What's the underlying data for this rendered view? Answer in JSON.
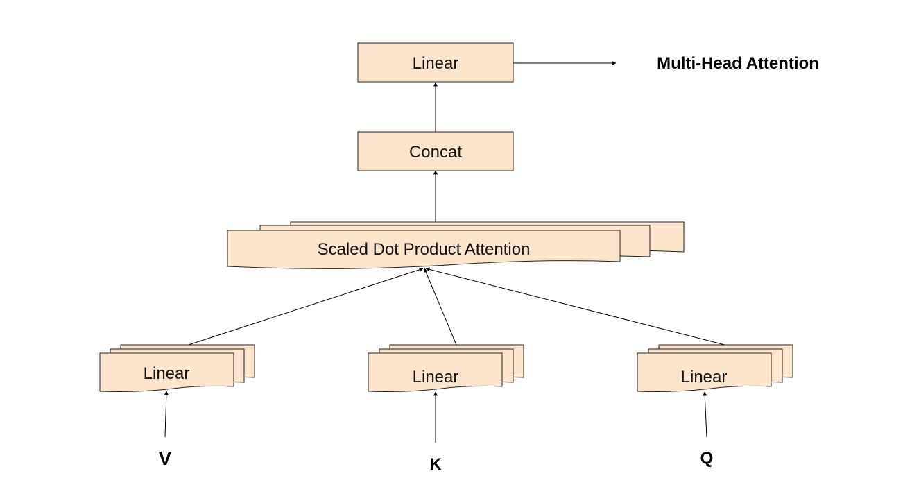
{
  "title": "Multi-Head Attention",
  "nodes": {
    "output_linear": "Linear",
    "concat": "Concat",
    "attention": "Scaled Dot Product Attention",
    "linear_v": "Linear",
    "linear_k": "Linear",
    "linear_q": "Linear"
  },
  "inputs": {
    "v": "V",
    "k": "K",
    "q": "Q"
  },
  "colors": {
    "box_fill": "#fce5cd",
    "box_stroke": "#222222",
    "arrow": "#000000"
  }
}
